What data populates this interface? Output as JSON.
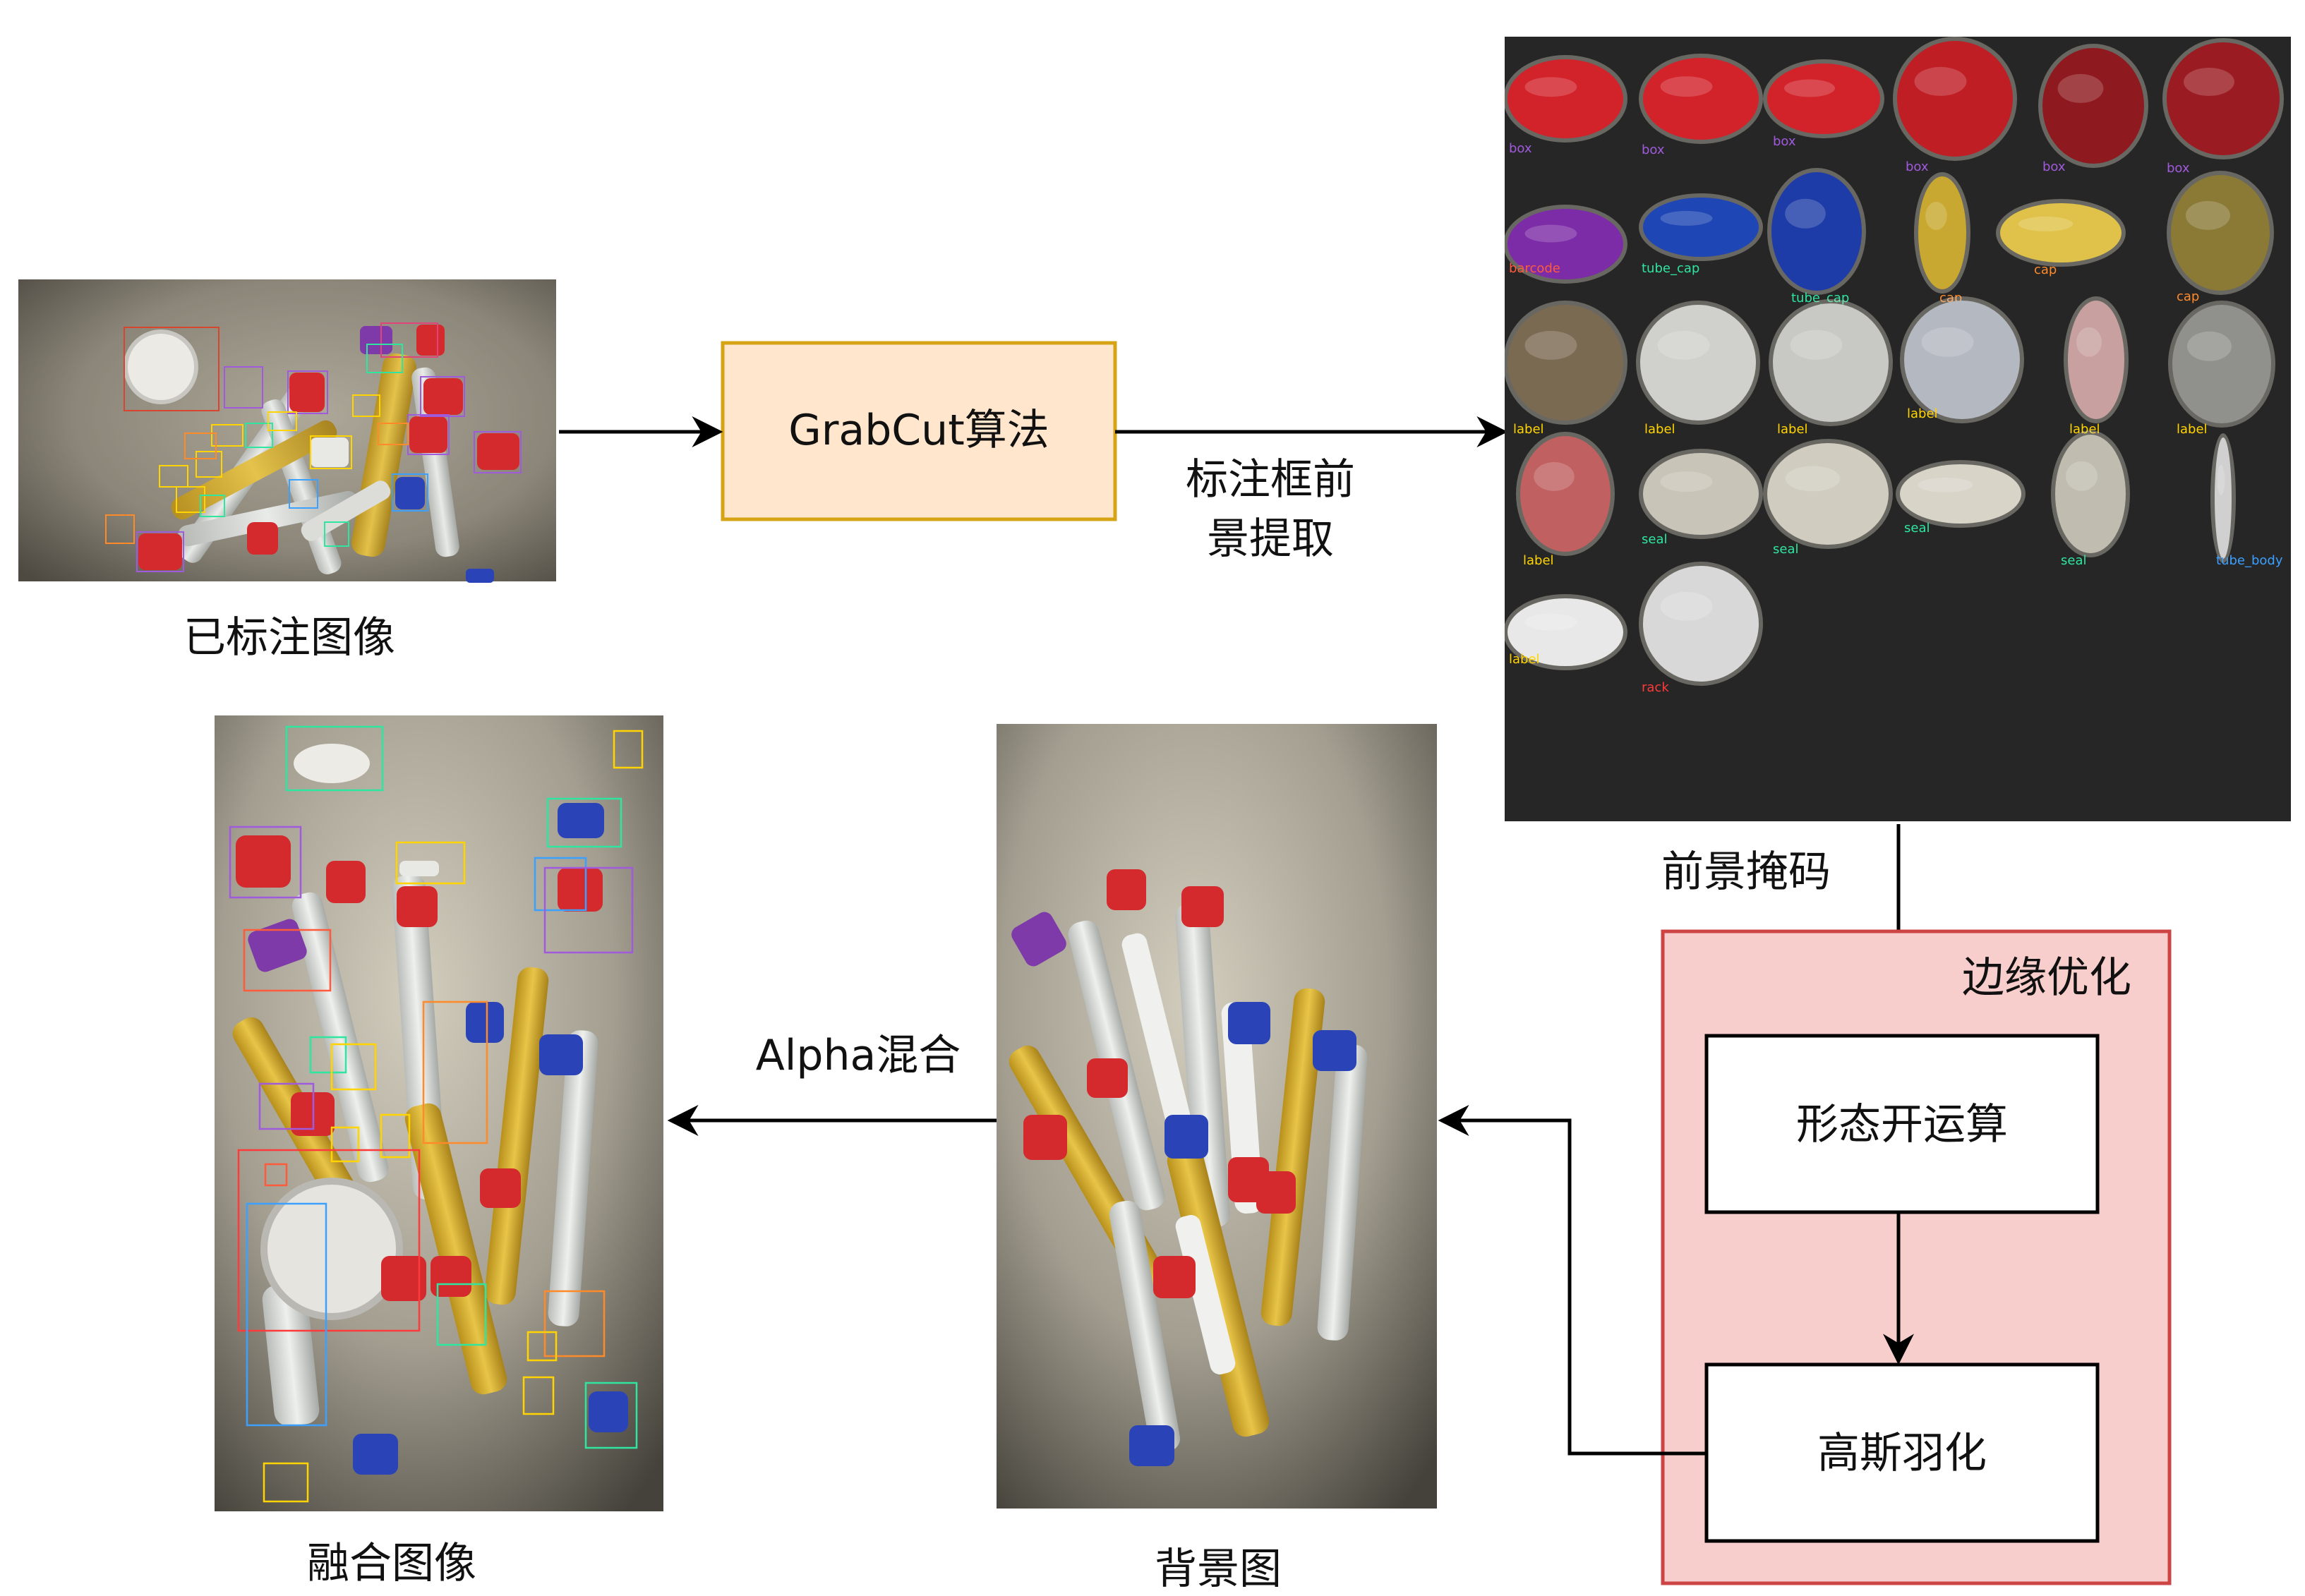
{
  "nodes": {
    "annotated_image": {
      "caption": "已标注图像"
    },
    "grabcut": {
      "label": "GrabCut算法"
    },
    "crops_panel": {
      "crops": [
        {
          "label": "box",
          "color": "#d2222a",
          "text_color": "#a05adc"
        },
        {
          "label": "box",
          "color": "#d2222a",
          "text_color": "#a05adc"
        },
        {
          "label": "box",
          "color": "#d2222a",
          "text_color": "#a05adc"
        },
        {
          "label": "box",
          "color": "#c01e25",
          "text_color": "#a05adc"
        },
        {
          "label": "box",
          "color": "#8e1a20",
          "text_color": "#a05adc"
        },
        {
          "label": "box",
          "color": "#9b1b22",
          "text_color": "#a05adc"
        },
        {
          "label": "barcode",
          "color": "#7d2ca8",
          "text_color": "#ff5a3c"
        },
        {
          "label": "tube_cap",
          "color": "#1e46b4",
          "text_color": "#2ee6a0"
        },
        {
          "label": "tube_cap",
          "color": "#1e3ca8",
          "text_color": "#2ee6a0"
        },
        {
          "label": "cap",
          "color": "#c8a830",
          "text_color": "#ff8a2a"
        },
        {
          "label": "cap",
          "color": "#e0c24a",
          "text_color": "#ff8a2a"
        },
        {
          "label": "cap",
          "color": "#8a7a36",
          "text_color": "#ff8a2a"
        },
        {
          "label": "label",
          "color": "#7a6a52",
          "text_color": "#ffd400"
        },
        {
          "label": "label",
          "color": "#d0d0cc",
          "text_color": "#ffd400"
        },
        {
          "label": "label",
          "color": "#c8c8c4",
          "text_color": "#ffd400"
        },
        {
          "label": "label",
          "color": "#b4b8c0",
          "text_color": "#ffd400"
        },
        {
          "label": "label",
          "color": "#c8a0a0",
          "text_color": "#ffd400"
        },
        {
          "label": "label",
          "color": "#90908c",
          "text_color": "#ffd400"
        },
        {
          "label": "label",
          "color": "#c06060",
          "text_color": "#ffd400"
        },
        {
          "label": "seal",
          "color": "#c8c4b8",
          "text_color": "#2ee6a0"
        },
        {
          "label": "seal",
          "color": "#d0ccc0",
          "text_color": "#2ee6a0"
        },
        {
          "label": "seal",
          "color": "#d8d4c8",
          "text_color": "#2ee6a0"
        },
        {
          "label": "seal",
          "color": "#c0bcb0",
          "text_color": "#2ee6a0"
        },
        {
          "label": "tube_body",
          "color": "#d0d0d0",
          "text_color": "#3ca0ff"
        },
        {
          "label": "label",
          "color": "#e8e8e8",
          "text_color": "#ffd400"
        },
        {
          "label": "rack",
          "color": "#d8d8d8",
          "text_color": "#ff3a3a"
        }
      ]
    },
    "refine_group": {
      "title": "边缘优化"
    },
    "morph_open": {
      "label": "形态开运算"
    },
    "gauss_feather": {
      "label": "高斯羽化"
    },
    "background_image": {
      "caption": "背景图"
    },
    "fused_image": {
      "caption": "融合图像"
    }
  },
  "edges": {
    "grabcut_to_crops": {
      "label_line1": "标注框前",
      "label_line2": "景提取"
    },
    "crops_to_refine": {
      "label": "前景掩码"
    },
    "bg_to_fused": {
      "label": "Alpha混合"
    }
  },
  "colors": {
    "grabcut_fill": "#ffe6cc",
    "grabcut_stroke": "#d6a314",
    "refine_fill": "#f8cecc",
    "refine_stroke": "#cc4444",
    "crops_bg": "#262626"
  }
}
